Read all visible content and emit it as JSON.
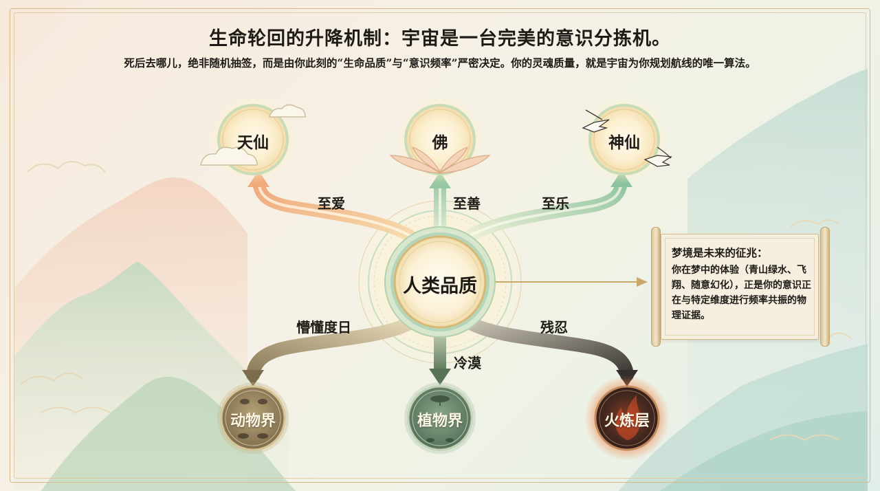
{
  "title": "生命轮回的升降机制：宇宙是一台完美的意识分拣机。",
  "subtitle": "死后去哪儿，绝非随机抽签，而是由你此刻的“生命品质”与“意识频率”严密决定。你的灵魂质量，就是宇宙为你规划航线的唯一算法。",
  "center_node": {
    "label": "人类品质"
  },
  "upper_nodes": [
    {
      "label": "天仙",
      "edge": "至爱",
      "icon": "cloud-icon"
    },
    {
      "label": "佛",
      "edge": "至善",
      "icon": "lotus-icon"
    },
    {
      "label": "神仙",
      "edge": "至乐",
      "icon": "crane-icon"
    }
  ],
  "lower_nodes": [
    {
      "label": "动物界",
      "edge": "懵懂度日",
      "icon": "animals-icon"
    },
    {
      "label": "植物界",
      "edge": "冷漠",
      "icon": "plants-icon"
    },
    {
      "label": "火炼层",
      "edge": "残忍",
      "icon": "flame-icon"
    }
  ],
  "scroll": {
    "title": "梦境是未来的征兆：",
    "body": "你在梦中的体验（青山绿水、飞翔、随意幻化），正是你的意识正在与特定维度进行频率共振的物理证据。"
  },
  "colors": {
    "upward_arrow_love": "#f0b483",
    "upward_arrow_green": "#a9cfae",
    "downward_arrow_animal": "#8a7a58",
    "downward_arrow_plant": "#6d8a6b",
    "downward_arrow_fire": "#4a4640",
    "node_ring_gold": "#d6b877",
    "node_ring_green": "#9cc6a8",
    "fire_glow": "#e0562e"
  }
}
